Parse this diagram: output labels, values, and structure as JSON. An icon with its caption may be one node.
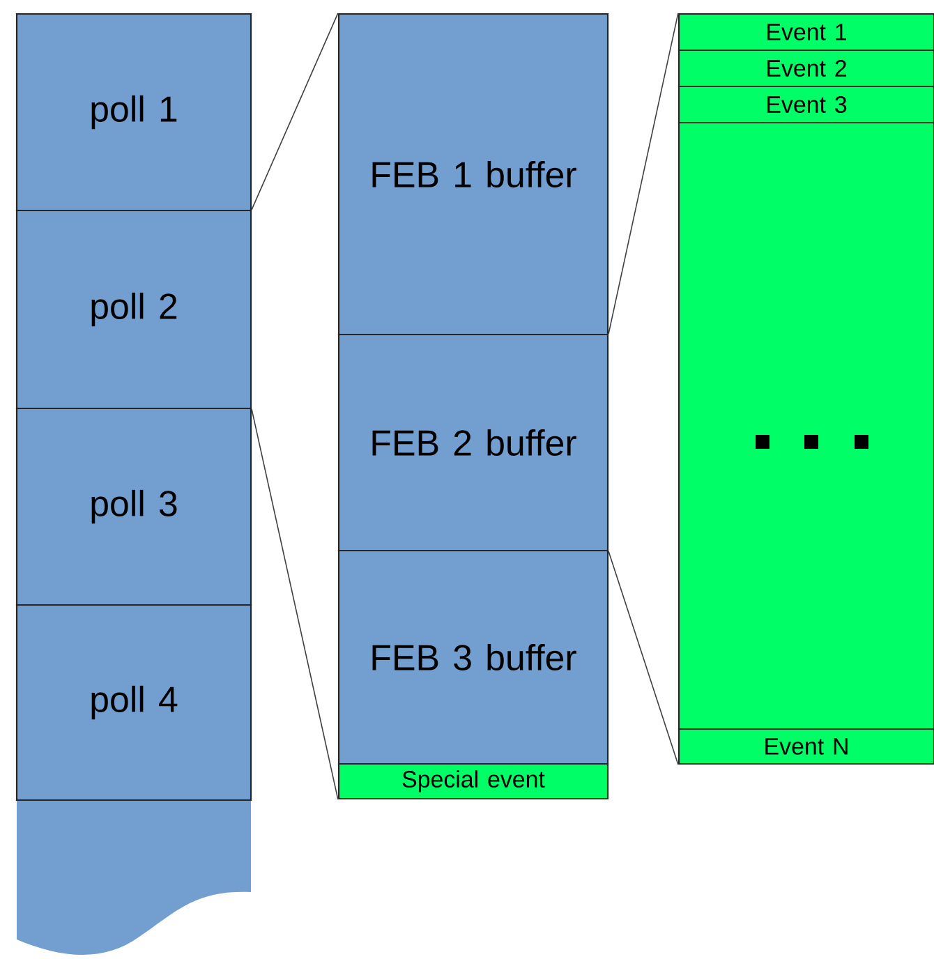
{
  "diagram": {
    "nodes": [
      {
        "text": [
          "poll 1"
        ]
      },
      {
        "text": [
          "poll 2"
        ]
      },
      {
        "text": [
          "poll 3"
        ]
      },
      {
        "text": [
          "poll 4"
        ]
      },
      {
        "text": [
          "FEB 1 buffer"
        ]
      },
      {
        "text": [
          "FEB 2 buffer"
        ]
      },
      {
        "text": [
          "FEB 3 buffer"
        ]
      },
      {
        "text": [
          "Special event"
        ]
      },
      {
        "text": [
          "Event 1"
        ]
      },
      {
        "text": [
          "Event 2"
        ]
      },
      {
        "text": [
          "Event 3"
        ]
      },
      {
        "text": [],
        "shape": "box"
      },
      {
        "text": [
          "Event N"
        ]
      }
    ],
    "edges": [
      {
        "from": 1,
        "to": 4,
        "arrow": "none"
      },
      {
        "from": 1,
        "to": 7,
        "arrow": "none"
      },
      {
        "from": 5,
        "to": 8,
        "arrow": "none"
      },
      {
        "from": 5,
        "to": 12,
        "arrow": "none"
      }
    ]
  }
}
